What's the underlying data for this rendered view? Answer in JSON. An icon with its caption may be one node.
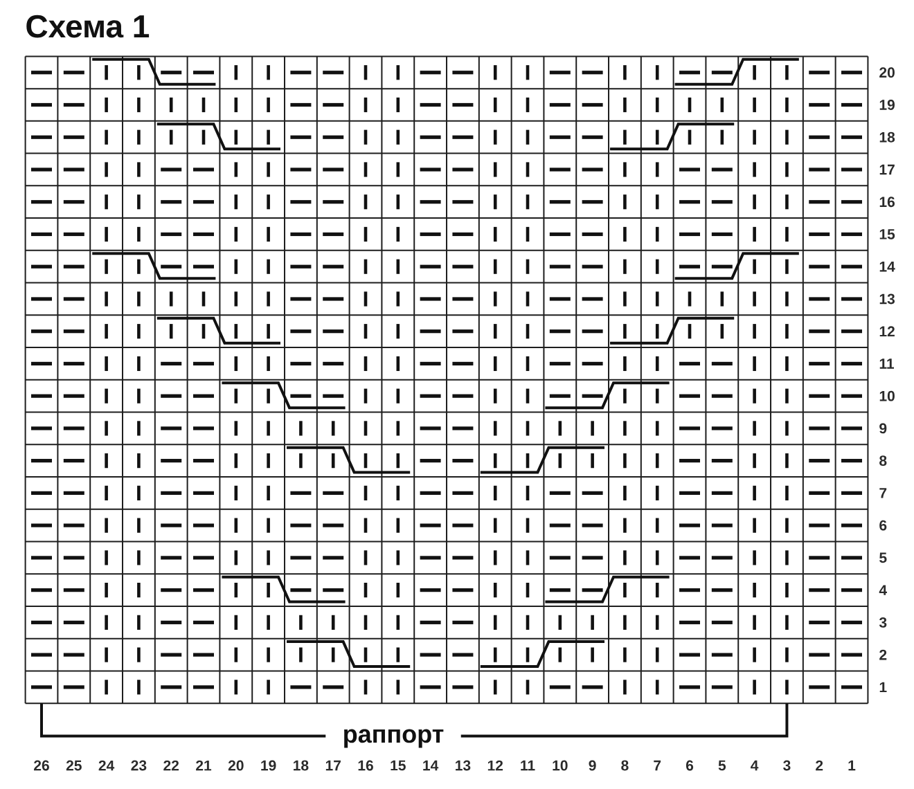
{
  "diagram": {
    "title": "Схема 1",
    "labels": [
      "20",
      "19",
      "18",
      "17",
      "16",
      "15",
      "14",
      "13",
      "12",
      "11",
      "10",
      "9",
      "8",
      "7",
      "6",
      "5",
      "4",
      "3",
      "2",
      "1",
      "раппорт",
      "26",
      "25",
      "24",
      "23",
      "22",
      "21",
      "20",
      "19",
      "18",
      "17",
      "16",
      "15",
      "14",
      "13",
      "12",
      "11",
      "10",
      "9",
      "8",
      "7",
      "6",
      "5",
      "4",
      "3",
      "2",
      "1"
    ]
  }
}
